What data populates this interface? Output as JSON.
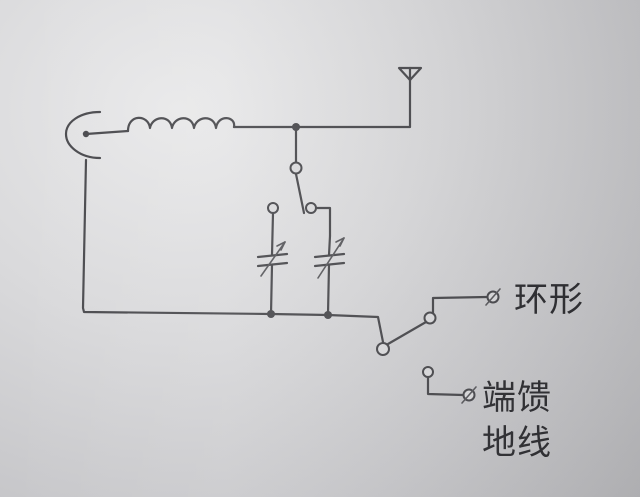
{
  "labels": {
    "loop": "环形",
    "feed": "端馈",
    "ground": "地线"
  },
  "colors": {
    "ink": "#4a4a4e",
    "paper": "#d9d9db"
  }
}
